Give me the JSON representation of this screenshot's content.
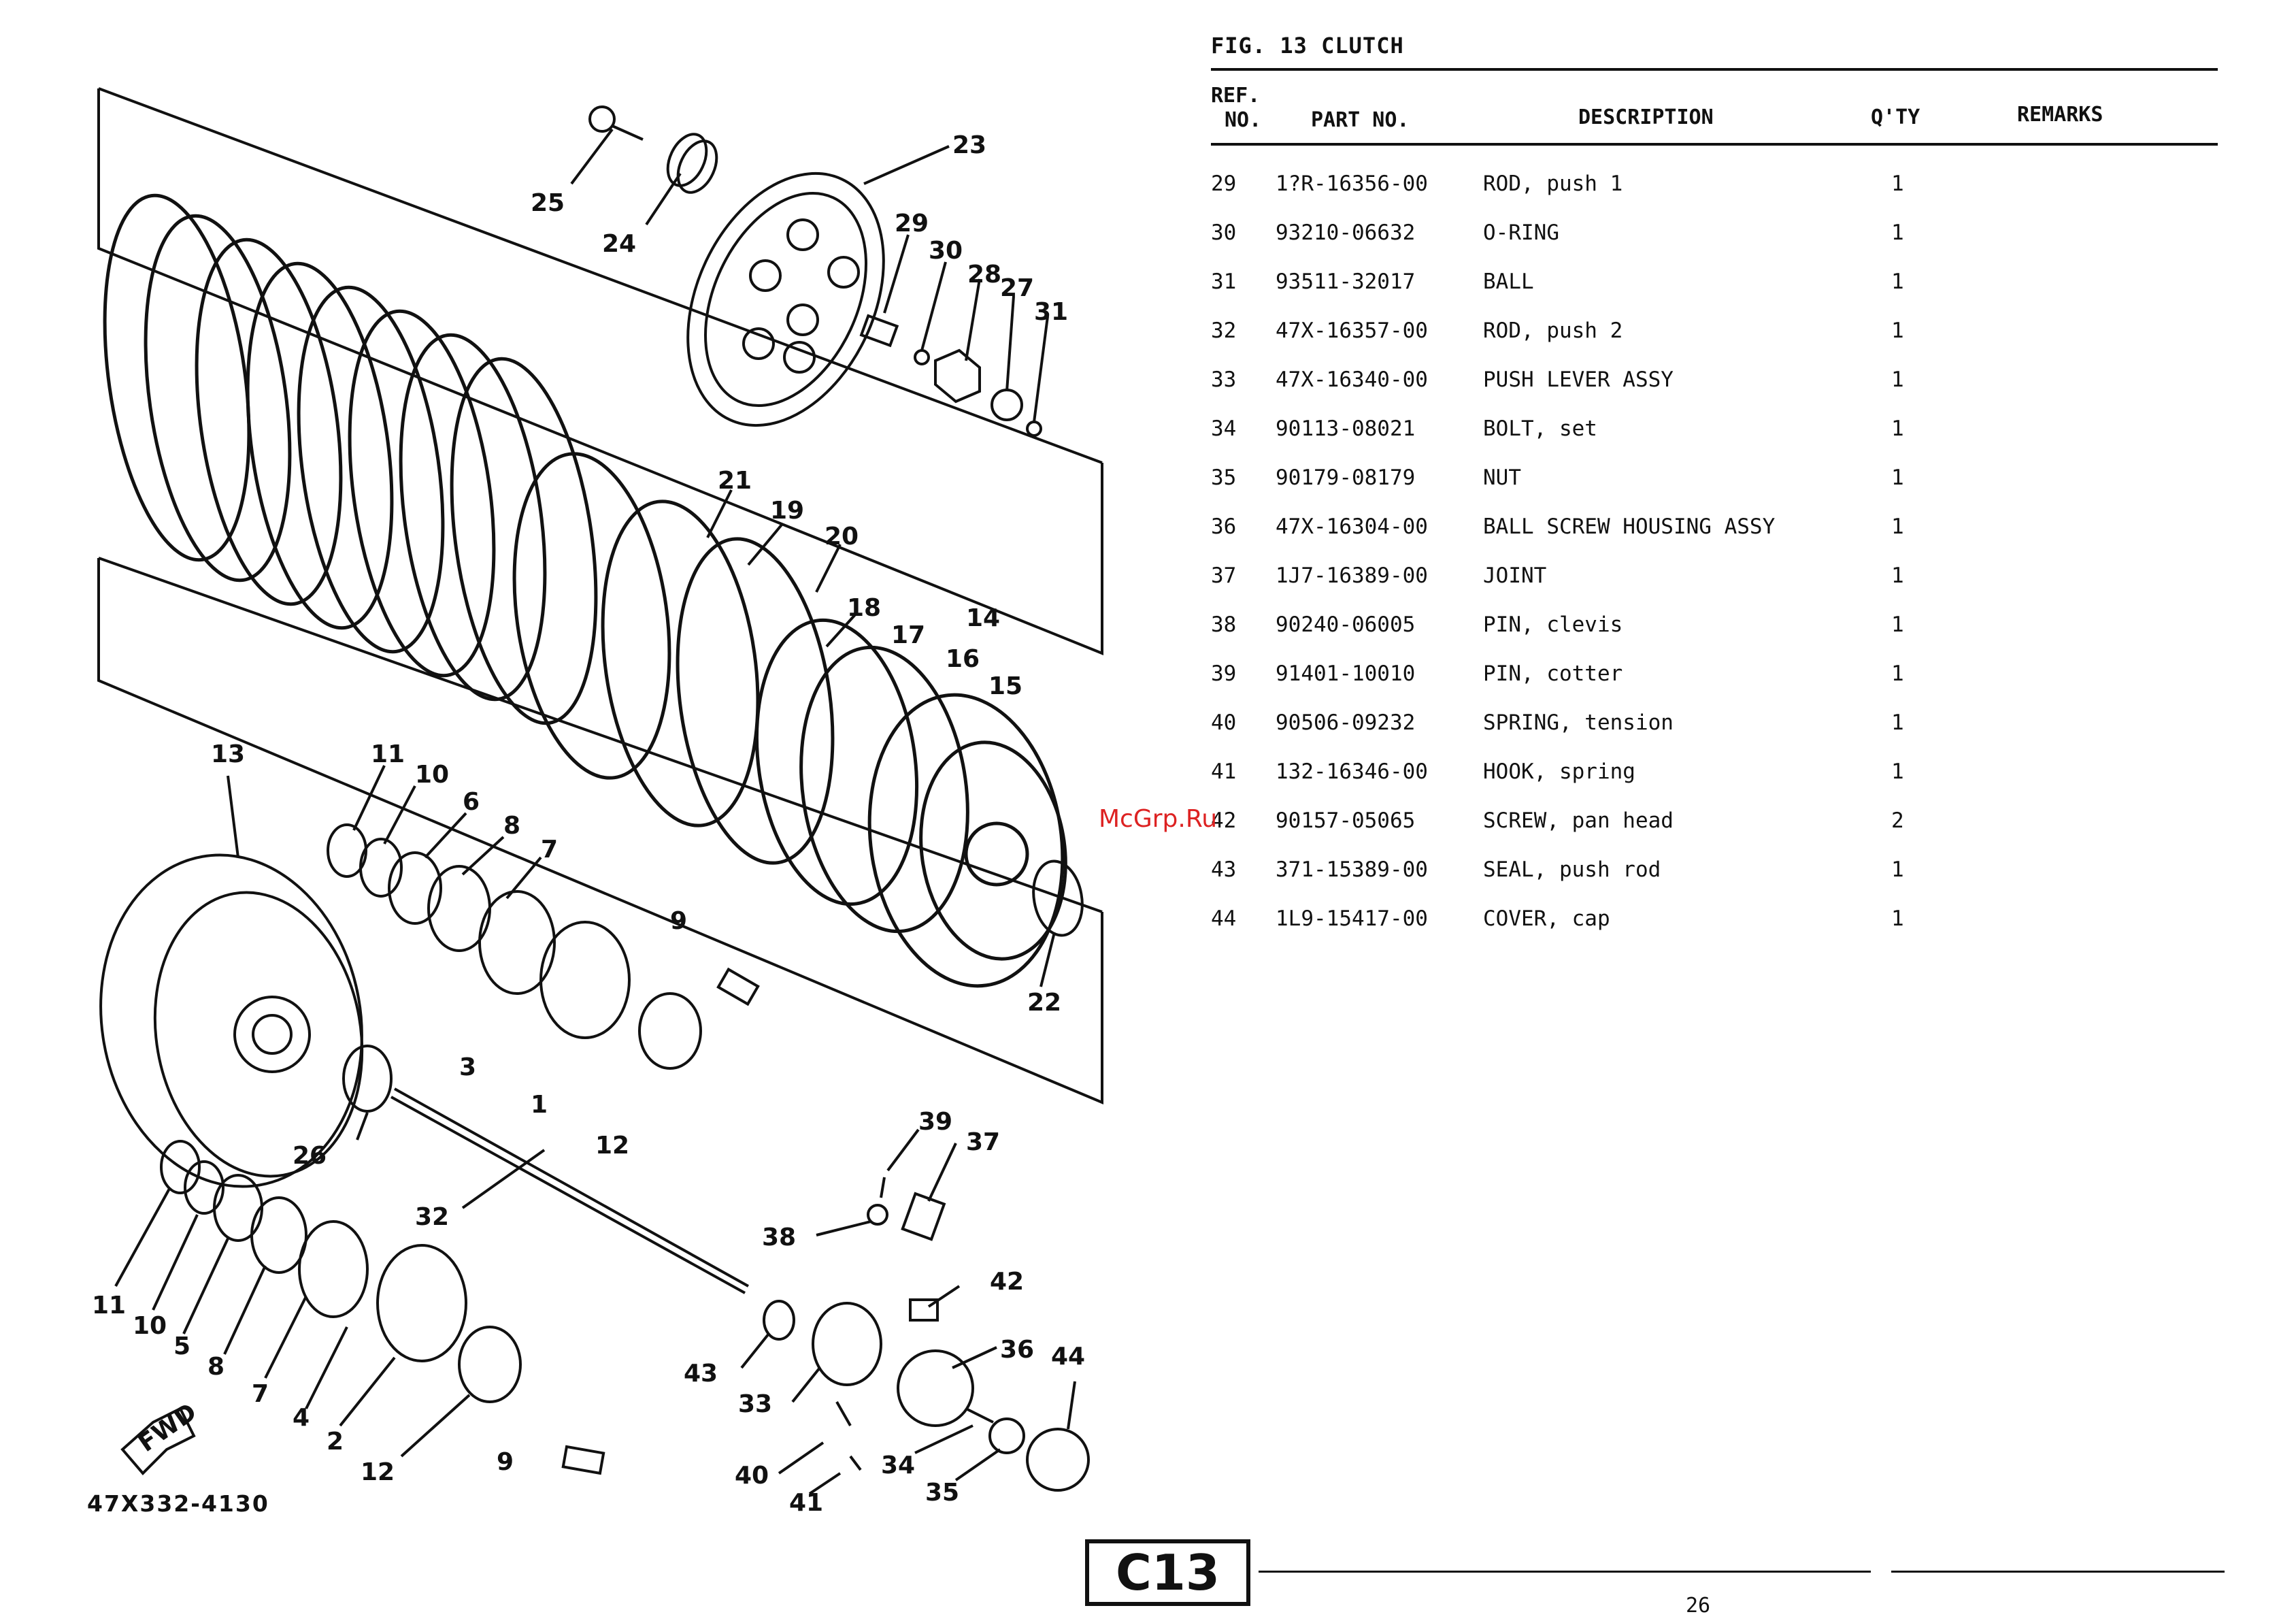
{
  "figure": {
    "title": "FIG. 13  CLUTCH"
  },
  "columns": {
    "ref_no_line1": "REF.",
    "ref_no_line2": "NO.",
    "part_no": "PART NO.",
    "description": "DESCRIPTION",
    "qty": "Q'TY",
    "remarks": "REMARKS"
  },
  "rows": [
    {
      "ref": "29",
      "part": "1?R-16356-00",
      "desc": "ROD, push 1",
      "qty": "1",
      "remarks": ""
    },
    {
      "ref": "30",
      "part": "93210-06632",
      "desc": "O-RING",
      "qty": "1",
      "remarks": ""
    },
    {
      "ref": "31",
      "part": "93511-32017",
      "desc": "BALL",
      "qty": "1",
      "remarks": ""
    },
    {
      "ref": "32",
      "part": "47X-16357-00",
      "desc": "ROD, push 2",
      "qty": "1",
      "remarks": ""
    },
    {
      "ref": "33",
      "part": "47X-16340-00",
      "desc": "PUSH LEVER ASSY",
      "qty": "1",
      "remarks": ""
    },
    {
      "ref": "34",
      "part": "90113-08021",
      "desc": "BOLT, set",
      "qty": "1",
      "remarks": ""
    },
    {
      "ref": "35",
      "part": "90179-08179",
      "desc": "NUT",
      "qty": "1",
      "remarks": ""
    },
    {
      "ref": "36",
      "part": "47X-16304-00",
      "desc": "BALL SCREW HOUSING ASSY",
      "qty": "1",
      "remarks": ""
    },
    {
      "ref": "37",
      "part": "1J7-16389-00",
      "desc": "JOINT",
      "qty": "1",
      "remarks": ""
    },
    {
      "ref": "38",
      "part": "90240-06005",
      "desc": "PIN, clevis",
      "qty": "1",
      "remarks": ""
    },
    {
      "ref": "39",
      "part": "91401-10010",
      "desc": "PIN, cotter",
      "qty": "1",
      "remarks": ""
    },
    {
      "ref": "40",
      "part": "90506-09232",
      "desc": "SPRING, tension",
      "qty": "1",
      "remarks": ""
    },
    {
      "ref": "41",
      "part": "132-16346-00",
      "desc": "HOOK, spring",
      "qty": "1",
      "remarks": ""
    },
    {
      "ref": "42",
      "part": "90157-05065",
      "desc": "SCREW, pan head",
      "qty": "2",
      "remarks": ""
    },
    {
      "ref": "43",
      "part": "371-15389-00",
      "desc": "SEAL, push rod",
      "qty": "1",
      "remarks": ""
    },
    {
      "ref": "44",
      "part": "1L9-15417-00",
      "desc": "COVER, cap",
      "qty": "1",
      "remarks": ""
    }
  ],
  "watermark": "McGrp.Ru",
  "section_code": "C13",
  "page_number": "26",
  "drawing_number": "47X332-4130",
  "fwd_label": "FWD",
  "callouts": [
    "25",
    "24",
    "23",
    "29",
    "30",
    "28",
    "27",
    "31",
    "21",
    "19",
    "20",
    "18",
    "17",
    "14",
    "16",
    "15",
    "13",
    "11",
    "10",
    "6",
    "8",
    "7",
    "9",
    "22",
    "3",
    "1",
    "12",
    "26",
    "32",
    "11",
    "10",
    "5",
    "8",
    "7",
    "4",
    "2",
    "12",
    "9",
    "39",
    "37",
    "38",
    "42",
    "43",
    "36",
    "44",
    "33",
    "40",
    "34",
    "35",
    "41"
  ]
}
